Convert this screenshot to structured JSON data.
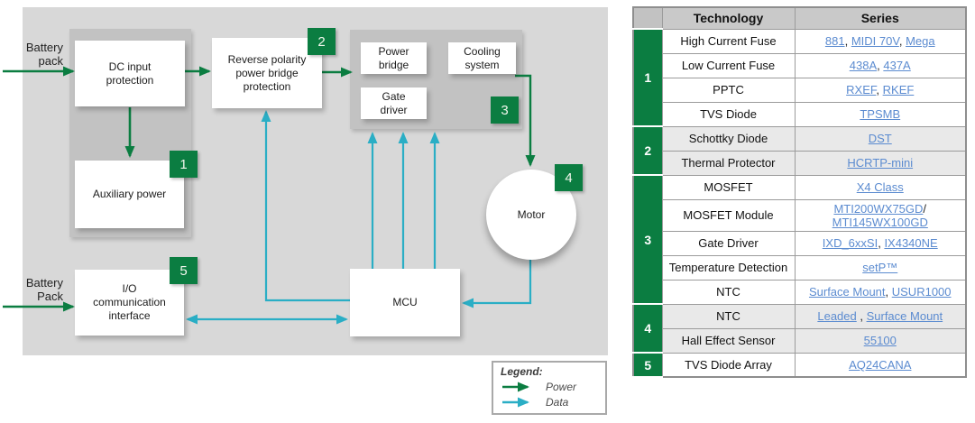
{
  "colors": {
    "power_green": "#0b7d41",
    "data_cyan": "#2aaec5",
    "link_blue": "#5b8bd0",
    "diagram_bg": "#d8d8d8",
    "panel_grey": "#c2c2c2"
  },
  "diagram": {
    "battery_top": "Battery pack",
    "battery_bottom": "Battery Pack",
    "blocks": [
      {
        "label": "DC input protection"
      },
      {
        "label": "Reverse polarity power bridge protection"
      },
      {
        "label": "Power bridge"
      },
      {
        "label": "Cooling system"
      },
      {
        "label": "Gate driver"
      },
      {
        "label": "Auxiliary power"
      },
      {
        "label": "I/O communication interface"
      },
      {
        "label": "MCU"
      },
      {
        "label": "Motor"
      }
    ],
    "badges": [
      "1",
      "2",
      "3",
      "4",
      "5"
    ],
    "legend": {
      "title": "Legend:",
      "items": [
        {
          "label": "Power",
          "color": "#0b7d41"
        },
        {
          "label": "Data",
          "color": "#2aaec5"
        }
      ]
    }
  },
  "table": {
    "headers": {
      "technology": "Technology",
      "series": "Series"
    },
    "groups": [
      {
        "number": "1",
        "shaded": false,
        "rows": [
          {
            "technology": "High Current Fuse",
            "series": [
              {
                "link": "881"
              },
              {
                "sep": ", "
              },
              {
                "link": "MIDI 70V"
              },
              {
                "sep": ", "
              },
              {
                "link": "Mega"
              }
            ]
          },
          {
            "technology": "Low Current Fuse",
            "series": [
              {
                "link": "438A"
              },
              {
                "sep": ", "
              },
              {
                "link": "437A"
              }
            ]
          },
          {
            "technology": "PPTC",
            "series": [
              {
                "link": "RXEF"
              },
              {
                "sep": ", "
              },
              {
                "link": "RKEF"
              }
            ]
          },
          {
            "technology": "TVS Diode",
            "series": [
              {
                "link": "TPSMB"
              }
            ]
          }
        ]
      },
      {
        "number": "2",
        "shaded": true,
        "rows": [
          {
            "technology": "Schottky Diode",
            "series": [
              {
                "link": "DST"
              }
            ]
          },
          {
            "technology": "Thermal Protector",
            "series": [
              {
                "link": "HCRTP-mini"
              }
            ]
          }
        ]
      },
      {
        "number": "3",
        "shaded": false,
        "rows": [
          {
            "technology": "MOSFET",
            "series": [
              {
                "link": "X4 Class"
              }
            ]
          },
          {
            "technology": "MOSFET Module",
            "series": [
              {
                "link": "MTI200WX75GD"
              },
              {
                "sep": "/"
              },
              {
                "br": true
              },
              {
                "link": "MTI145WX100GD"
              }
            ]
          },
          {
            "technology": "Gate Driver",
            "series": [
              {
                "link": "IXD_6xxSI"
              },
              {
                "sep": ", "
              },
              {
                "link": "IX4340NE"
              }
            ]
          },
          {
            "technology": "Temperature Detection",
            "series": [
              {
                "link": "setP™"
              }
            ]
          },
          {
            "technology": "NTC",
            "series": [
              {
                "link": "Surface Mount"
              },
              {
                "sep": ", "
              },
              {
                "link": "USUR1000"
              }
            ]
          }
        ]
      },
      {
        "number": "4",
        "shaded": true,
        "rows": [
          {
            "technology": "NTC",
            "series": [
              {
                "link": "Leaded"
              },
              {
                "sep": " , "
              },
              {
                "link": "Surface Mount"
              }
            ]
          },
          {
            "technology": "Hall Effect Sensor",
            "series": [
              {
                "link": "55100"
              }
            ]
          }
        ]
      },
      {
        "number": "5",
        "shaded": false,
        "rows": [
          {
            "technology": "TVS Diode Array",
            "series": [
              {
                "link": "AQ24CANA"
              }
            ]
          }
        ]
      }
    ]
  }
}
